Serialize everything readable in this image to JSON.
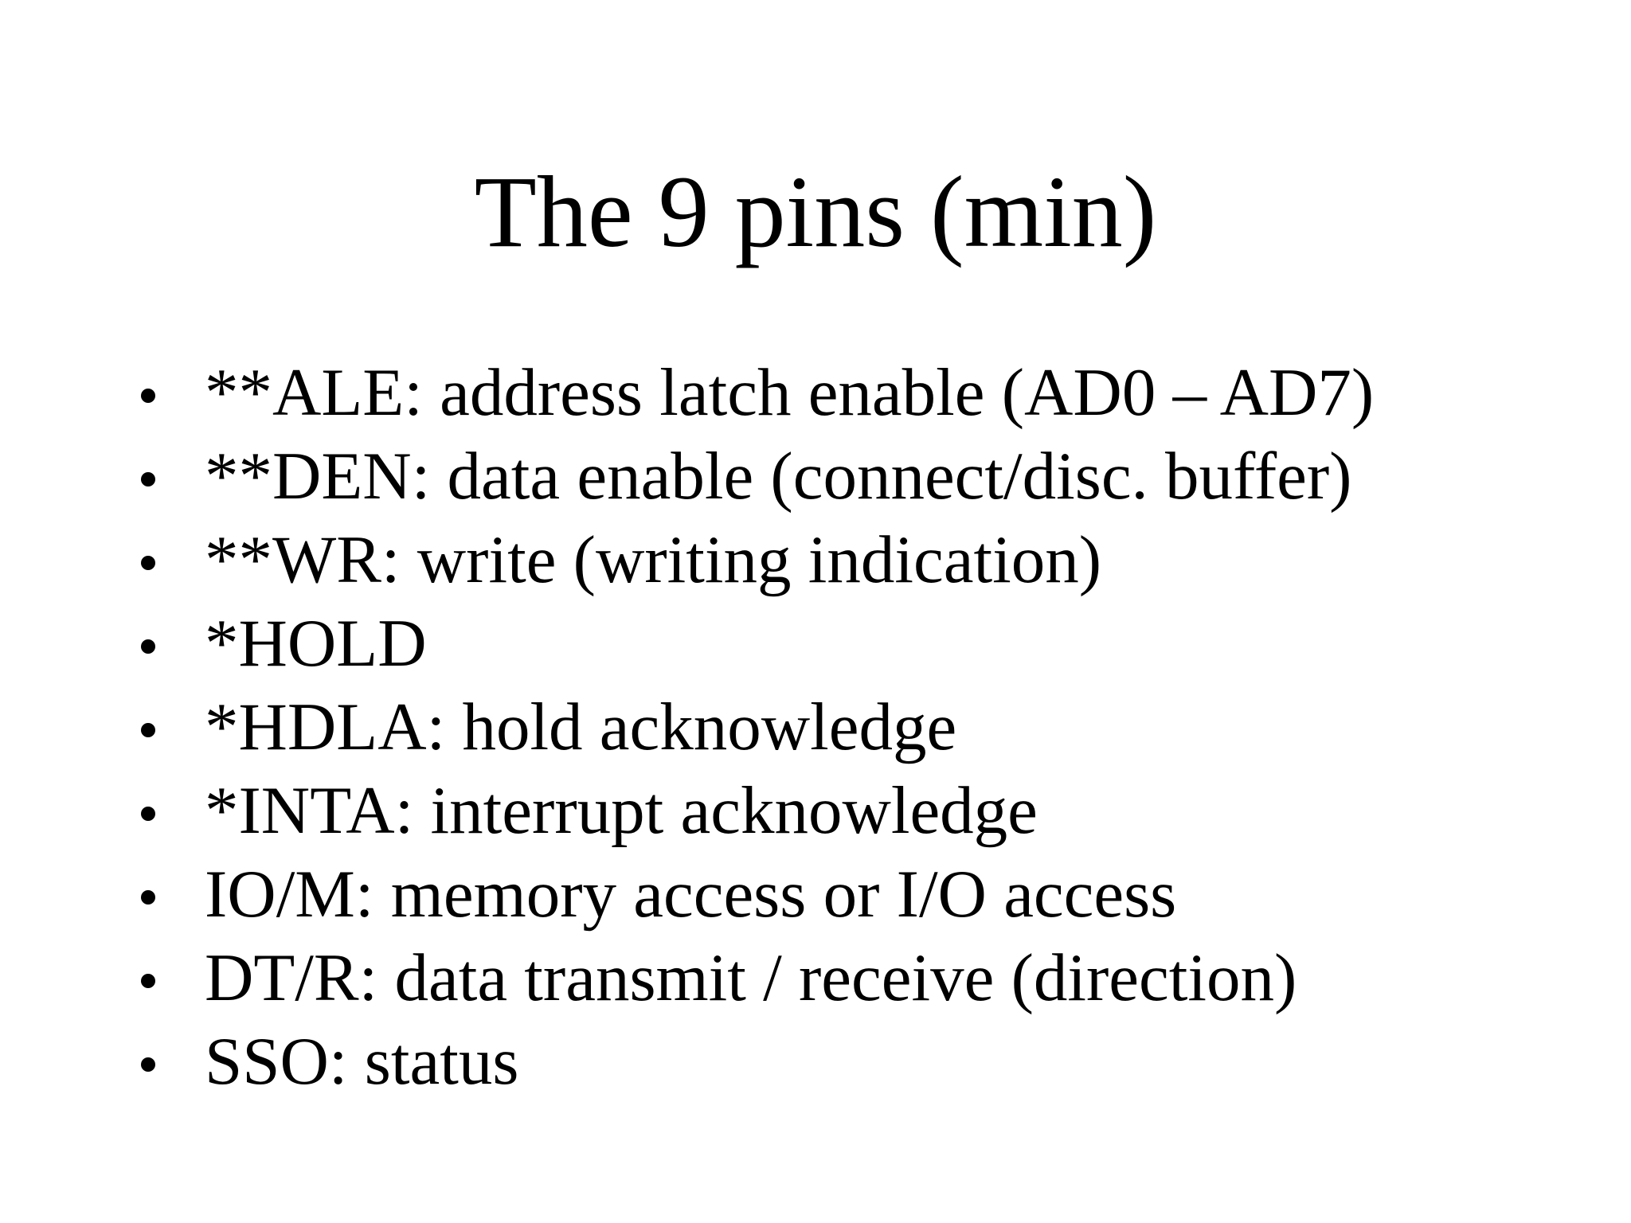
{
  "slide": {
    "title": "The 9 pins (min)",
    "bullets": [
      "**ALE: address latch enable (AD0 – AD7)",
      "**DEN: data enable (connect/disc. buffer)",
      "**WR: write (writing indication)",
      "*HOLD",
      "*HDLA: hold acknowledge",
      "*INTA: interrupt acknowledge",
      "IO/M: memory access or I/O access",
      "DT/R: data transmit / receive (direction)",
      "SSO: status"
    ],
    "colors": {
      "background": "#ffffff",
      "text": "#000000"
    }
  }
}
